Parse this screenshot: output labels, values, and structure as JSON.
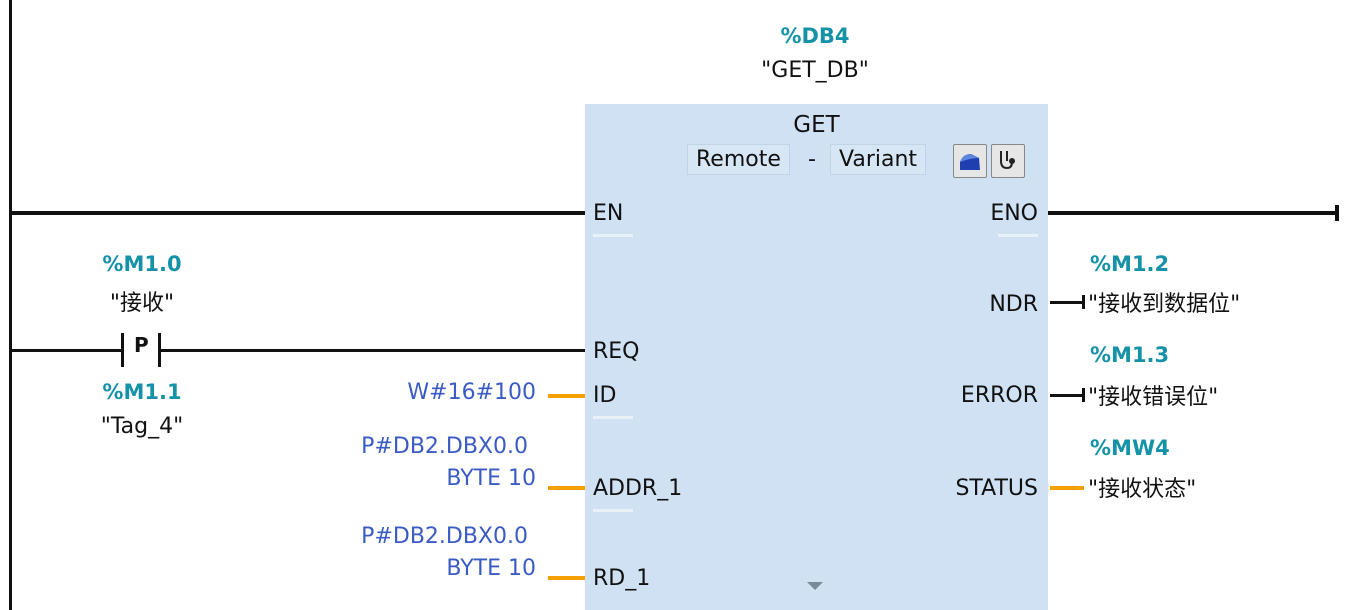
{
  "instance": {
    "address": "%DB4",
    "name": "\"GET_DB\""
  },
  "block": {
    "title": "GET",
    "mode1": "Remote",
    "separator": "-",
    "mode2": "Variant",
    "icons": [
      "block-open-icon",
      "diagnostics-stethoscope-icon"
    ],
    "inputs": [
      "EN",
      "REQ",
      "ID",
      "ADDR_1",
      "RD_1"
    ],
    "outputs": [
      "ENO",
      "NDR",
      "ERROR",
      "STATUS"
    ]
  },
  "contact": {
    "type": "P",
    "address": "%M1.0",
    "name": "\"接收\"",
    "edge_address": "%M1.1",
    "edge_name": "\"Tag_4\""
  },
  "params": {
    "id": "W#16#100",
    "addr1_line1": "P#DB2.DBX0.0",
    "addr1_line2": "BYTE 10",
    "rd1_line1": "P#DB2.DBX0.0",
    "rd1_line2": "BYTE 10"
  },
  "outputs": {
    "ndr_address": "%M1.2",
    "ndr_name": "\"接收到数据位\"",
    "error_address": "%M1.3",
    "error_name": "\"接收错误位\"",
    "status_address": "%MW4",
    "status_name": "\"接收状态\""
  },
  "colors": {
    "teal": "#1592a8",
    "blue": "#3b5bc4",
    "orange": "#f5a000",
    "block": "#cfe1f2"
  }
}
